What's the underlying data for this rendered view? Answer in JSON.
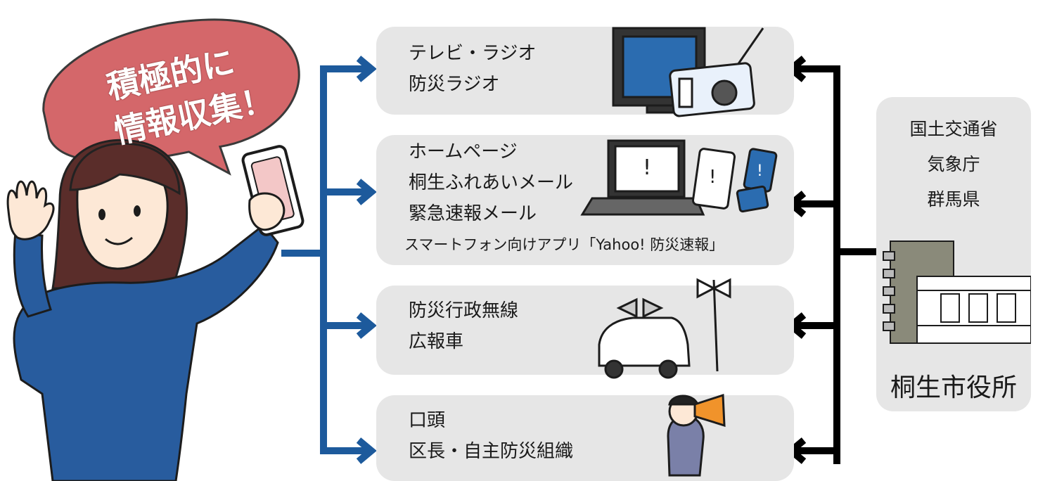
{
  "speech_bubble": {
    "line1": "積極的に",
    "line2": "情報収集！",
    "fill_color": "#d4676a"
  },
  "channels": [
    {
      "lines": [
        "テレビ・ラジオ",
        "防災ラジオ"
      ],
      "icon": "tv-radio-icon"
    },
    {
      "lines": [
        "ホームページ",
        "桐生ふれあいメール",
        "緊急速報メール",
        "スマートフォン向けアプリ「Yahoo! 防災速報」"
      ],
      "icon": "laptop-tablet-phone-icon"
    },
    {
      "lines": [
        "防災行政無線",
        "広報車"
      ],
      "icon": "loudspeaker-car-icon"
    },
    {
      "lines": [
        "口頭",
        "区長・自主防災組織"
      ],
      "icon": "megaphone-person-icon"
    }
  ],
  "government": {
    "agencies": [
      "国土交通省",
      "気象庁",
      "群馬県"
    ],
    "office": "桐生市役所",
    "icon": "city-hall-building-icon"
  },
  "colors": {
    "left_arrows": "#1d5a9c",
    "right_arrows": "#000000",
    "box_fill": "#e6e6e6"
  }
}
